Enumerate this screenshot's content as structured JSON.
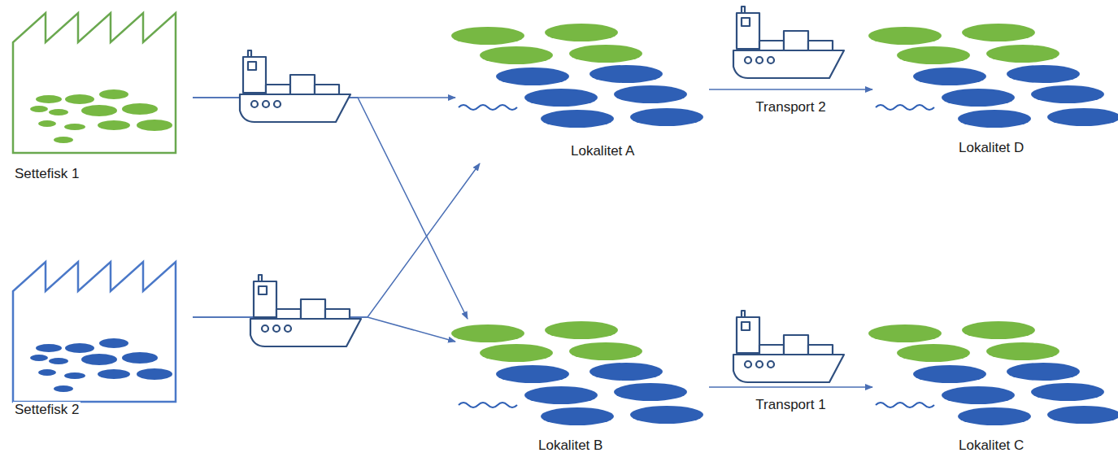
{
  "diagram": {
    "nodes": [
      {
        "text": [
          "Settefisk 1"
        ]
      },
      {
        "text": [
          "Lokalitet A"
        ]
      },
      {
        "text": [
          "Lokalitet D"
        ]
      },
      {
        "text": [
          "Settefisk 2"
        ]
      },
      {
        "text": [
          "Lokalitet B"
        ]
      },
      {
        "text": [
          "Lokalitet C"
        ]
      }
    ],
    "edges": [
      {
        "from": 0,
        "to": 1,
        "arrow": "to"
      },
      {
        "from": 0,
        "to": 4,
        "arrow": "to"
      },
      {
        "from": 3,
        "to": 1,
        "arrow": "to"
      },
      {
        "from": 3,
        "to": 4,
        "arrow": "to"
      },
      {
        "from": 1,
        "to": 2,
        "label": "Transport 2",
        "arrow": "to"
      },
      {
        "from": 4,
        "to": 5,
        "label": "Transport 1",
        "arrow": "to"
      }
    ]
  }
}
